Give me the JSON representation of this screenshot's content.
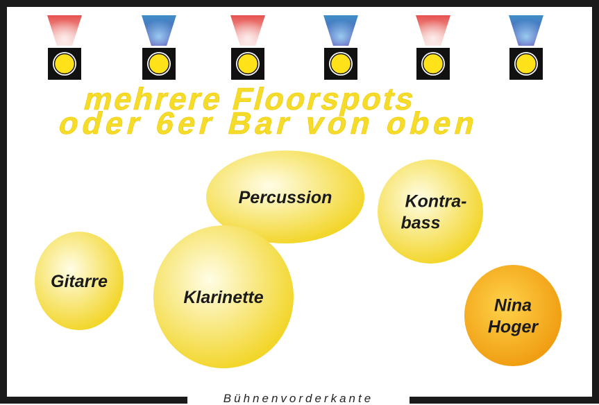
{
  "headline": {
    "line1": "mehrere Floorspots",
    "line2": "oder 6er Bar von oben"
  },
  "stage_front_label": "Bühnenvorderkante",
  "spots": [
    {
      "beam_color": "red"
    },
    {
      "beam_color": "blue"
    },
    {
      "beam_color": "red"
    },
    {
      "beam_color": "blue"
    },
    {
      "beam_color": "red"
    },
    {
      "beam_color": "blue"
    }
  ],
  "performers": [
    {
      "id": "percussion",
      "lines": [
        "Percussion"
      ],
      "tone": "light"
    },
    {
      "id": "kontrabass",
      "lines": [
        "Kontra-",
        "bass"
      ],
      "tone": "light"
    },
    {
      "id": "gitarre",
      "lines": [
        "Gitarre"
      ],
      "tone": "light"
    },
    {
      "id": "klarinette",
      "lines": [
        "Klarinette"
      ],
      "tone": "light"
    },
    {
      "id": "nina-hoger",
      "lines": [
        "Nina",
        "Hoger"
      ],
      "tone": "orange"
    }
  ],
  "colors": {
    "frame": "#1a1a1a",
    "headline": "#f5dc2a",
    "headline_outline": "#f0c800",
    "spot_lamp": "#ffe21a",
    "spot_body": "#111111",
    "beam_red_top": "#e6514f",
    "beam_red_bottom": "#f7d6d0",
    "beam_blue_top": "#3f8fc8",
    "beam_blue_bottom": "#5a4bb0",
    "circle_light_center": "#fffde6",
    "circle_light_edge": "#f2d526",
    "circle_orange_center": "#ffd24a",
    "circle_orange_edge": "#ef9a0e",
    "performer_text": "#1a1a1a"
  }
}
